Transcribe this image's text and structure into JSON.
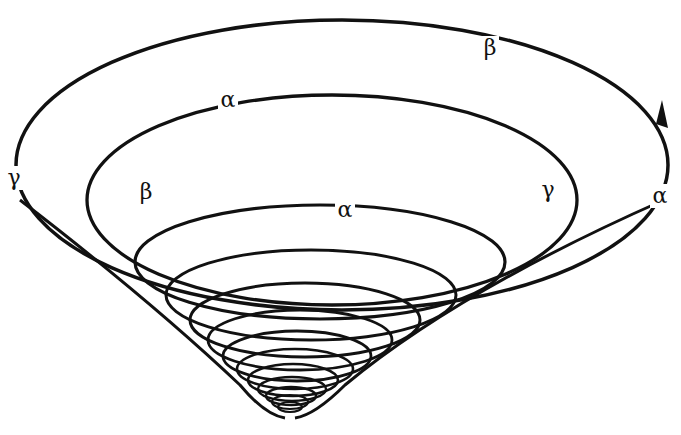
{
  "diagram": {
    "labels": [
      "β",
      "α",
      "γ",
      "β",
      "γ",
      "α",
      "α"
    ]
  }
}
